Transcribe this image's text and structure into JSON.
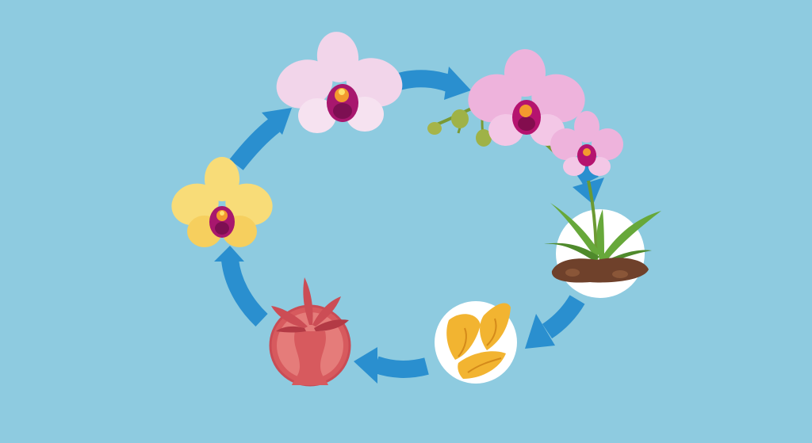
{
  "diagram": {
    "type": "orchid-life-cycle",
    "background_color": "#8ecbe0",
    "arrow_color": "#2a8fcf",
    "stages": [
      {
        "name": "pale-pink-orchid-flower",
        "icon": "orchid-flower-icon",
        "petal_color": "#f2d5ea",
        "lip_color": "#a8176e"
      },
      {
        "name": "pink-orchid-stem-with-buds",
        "icon": "orchid-stem-icon",
        "petal_color": "#eeb3dc",
        "lip_color": "#b5136f"
      },
      {
        "name": "potted-orchid-plant",
        "icon": "orchid-plant-icon",
        "leaf_color": "#67a83a",
        "soil_color": "#6f412b"
      },
      {
        "name": "seed-pods",
        "icon": "seed-pods-icon",
        "pod_color": "#f2b431"
      },
      {
        "name": "red-plant-in-vase",
        "icon": "vase-plant-icon",
        "vase_color": "#d75a5e",
        "leaf_color": "#cc4d55"
      },
      {
        "name": "yellow-orchid-flower",
        "icon": "yellow-orchid-icon",
        "petal_color": "#f8dc78",
        "lip_color": "#a8176e"
      }
    ]
  }
}
